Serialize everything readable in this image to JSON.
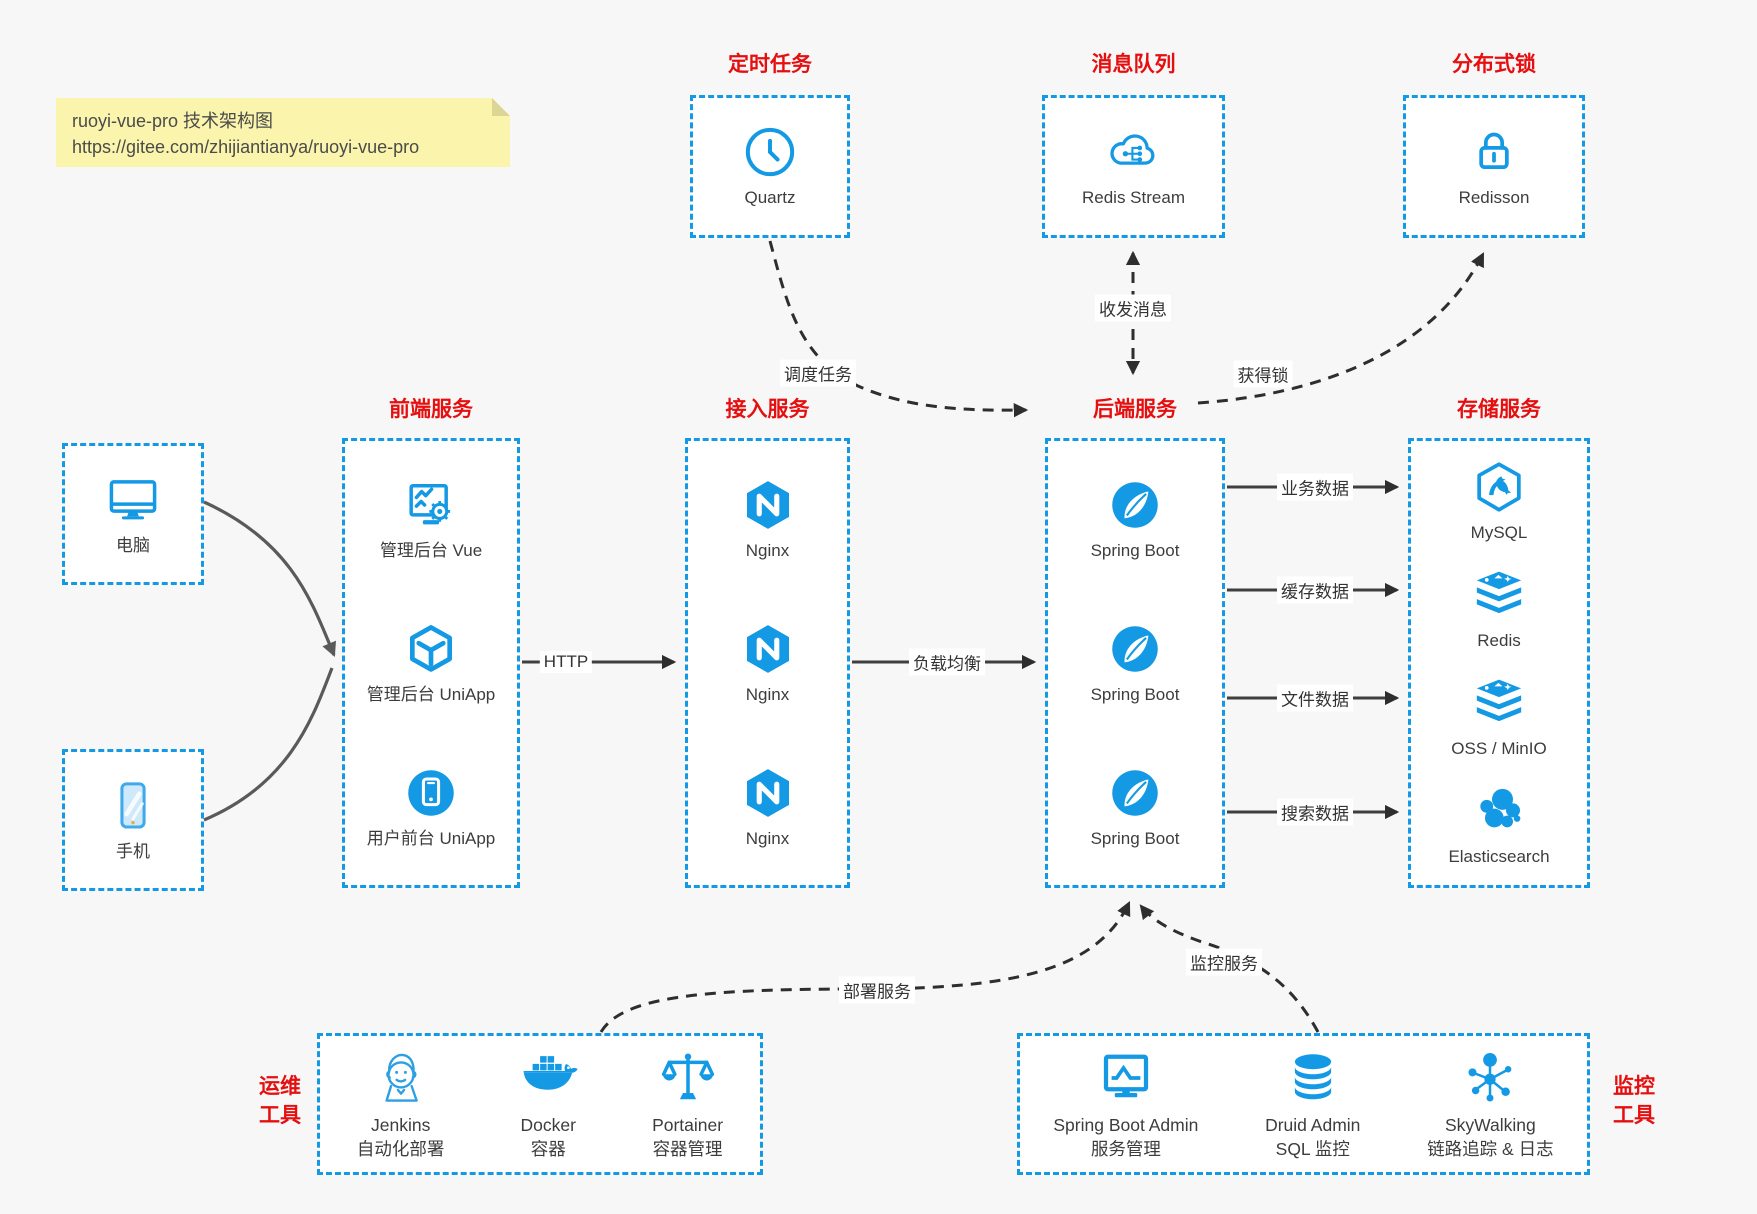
{
  "colors": {
    "accent_blue": "#1499E5",
    "title_red": "#E60F0F",
    "note_bg": "#FBF4AC",
    "text_dark": "#3d3d3d"
  },
  "note": {
    "line1": "ruoyi-vue-pro 技术架构图",
    "line2": "https://gitee.com/zhijiantianya/ruoyi-vue-pro"
  },
  "groups": {
    "scheduler": {
      "title": "定时任务",
      "items": [
        {
          "icon": "clock-icon",
          "label": "Quartz"
        }
      ]
    },
    "mq": {
      "title": "消息队列",
      "items": [
        {
          "icon": "cloud-message-icon",
          "label": "Redis Stream"
        }
      ]
    },
    "dlock": {
      "title": "分布式锁",
      "items": [
        {
          "icon": "lock-icon",
          "label": "Redisson"
        }
      ]
    },
    "pc": {
      "items": [
        {
          "icon": "desktop-icon",
          "label": "电脑"
        }
      ]
    },
    "phone": {
      "items": [
        {
          "icon": "mobile-icon",
          "label": "手机"
        }
      ]
    },
    "frontend": {
      "title": "前端服务",
      "items": [
        {
          "icon": "admin-vue-icon",
          "label": "管理后台 Vue"
        },
        {
          "icon": "uniapp-cube-icon",
          "label": "管理后台 UniApp"
        },
        {
          "icon": "user-app-icon",
          "label": "用户前台 UniApp"
        }
      ]
    },
    "gateway": {
      "title": "接入服务",
      "items": [
        {
          "icon": "nginx-icon",
          "label": "Nginx"
        },
        {
          "icon": "nginx-icon",
          "label": "Nginx"
        },
        {
          "icon": "nginx-icon",
          "label": "Nginx"
        }
      ]
    },
    "backend": {
      "title": "后端服务",
      "items": [
        {
          "icon": "spring-boot-icon",
          "label": "Spring Boot"
        },
        {
          "icon": "spring-boot-icon",
          "label": "Spring Boot"
        },
        {
          "icon": "spring-boot-icon",
          "label": "Spring Boot"
        }
      ]
    },
    "storage": {
      "title": "存储服务",
      "items": [
        {
          "icon": "mysql-icon",
          "label": "MySQL"
        },
        {
          "icon": "redis-icon",
          "label": "Redis"
        },
        {
          "icon": "oss-stack-icon",
          "label": "OSS / MinIO"
        },
        {
          "icon": "elasticsearch-icon",
          "label": "Elasticsearch"
        }
      ]
    },
    "ops": {
      "side": [
        "运维",
        "工具"
      ],
      "items": [
        {
          "icon": "jenkins-icon",
          "label": "Jenkins",
          "sublabel": "自动化部署"
        },
        {
          "icon": "docker-icon",
          "label": "Docker",
          "sublabel": "容器"
        },
        {
          "icon": "portainer-icon",
          "label": "Portainer",
          "sublabel": "容器管理"
        }
      ]
    },
    "monitoring": {
      "side": [
        "监控",
        "工具"
      ],
      "items": [
        {
          "icon": "spring-boot-admin-icon",
          "label": "Spring Boot Admin",
          "sublabel": "服务管理"
        },
        {
          "icon": "druid-icon",
          "label": "Druid Admin",
          "sublabel": "SQL 监控"
        },
        {
          "icon": "skywalking-icon",
          "label": "SkyWalking",
          "sublabel": "链路追踪 & 日志"
        }
      ]
    }
  },
  "edges": {
    "http": "HTTP",
    "load_balance": "负载均衡",
    "schedule": "调度任务",
    "messaging": "收发消息",
    "lock": "获得锁",
    "business": "业务数据",
    "cache": "缓存数据",
    "file": "文件数据",
    "search": "搜索数据",
    "deploy": "部署服务",
    "monitor": "监控服务"
  }
}
